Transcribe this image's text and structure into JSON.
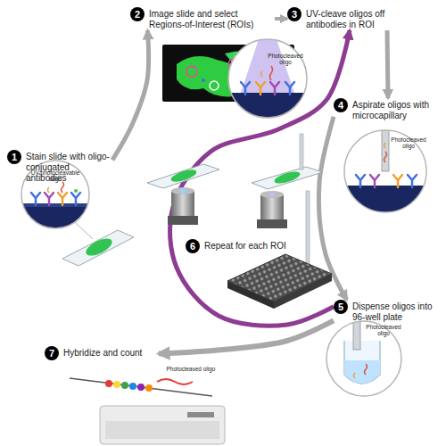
{
  "diagram": {
    "nodes": [
      {
        "text": [
          "1",
          "Stain slide with oligo-conjugated antibodies"
        ]
      },
      {
        "text": [
          "2",
          "Image slide and select Regions-of-Interest (ROIs)"
        ]
      },
      {
        "text": [
          "3",
          "UV-cleave oligos off antibodies in ROI"
        ]
      },
      {
        "text": [
          "4",
          "Aspirate oligos with microcapillary"
        ]
      },
      {
        "text": [
          "5",
          "Dispense oligos into 96-well plate"
        ]
      },
      {
        "text": [
          "6",
          "Repeat for each ROI"
        ]
      },
      {
        "text": [
          "7",
          "Hybridize and count"
        ]
      }
    ],
    "edges": [
      {
        "from": 0,
        "to": 1,
        "arrow": "to"
      },
      {
        "from": 1,
        "to": 2,
        "arrow": "to"
      },
      {
        "from": 2,
        "to": 3,
        "arrow": "to"
      },
      {
        "from": 3,
        "to": 4,
        "arrow": "to"
      },
      {
        "from": 4,
        "to": 6,
        "arrow": "to"
      },
      {
        "from": 4,
        "to": 2,
        "arrow": "to"
      }
    ],
    "labels": [
      "UV-photocleavable oligo",
      "Photocleaved oligo",
      "Photocleaved oligo",
      "Photocleaved oligo",
      "Photocleaved oligo"
    ]
  }
}
